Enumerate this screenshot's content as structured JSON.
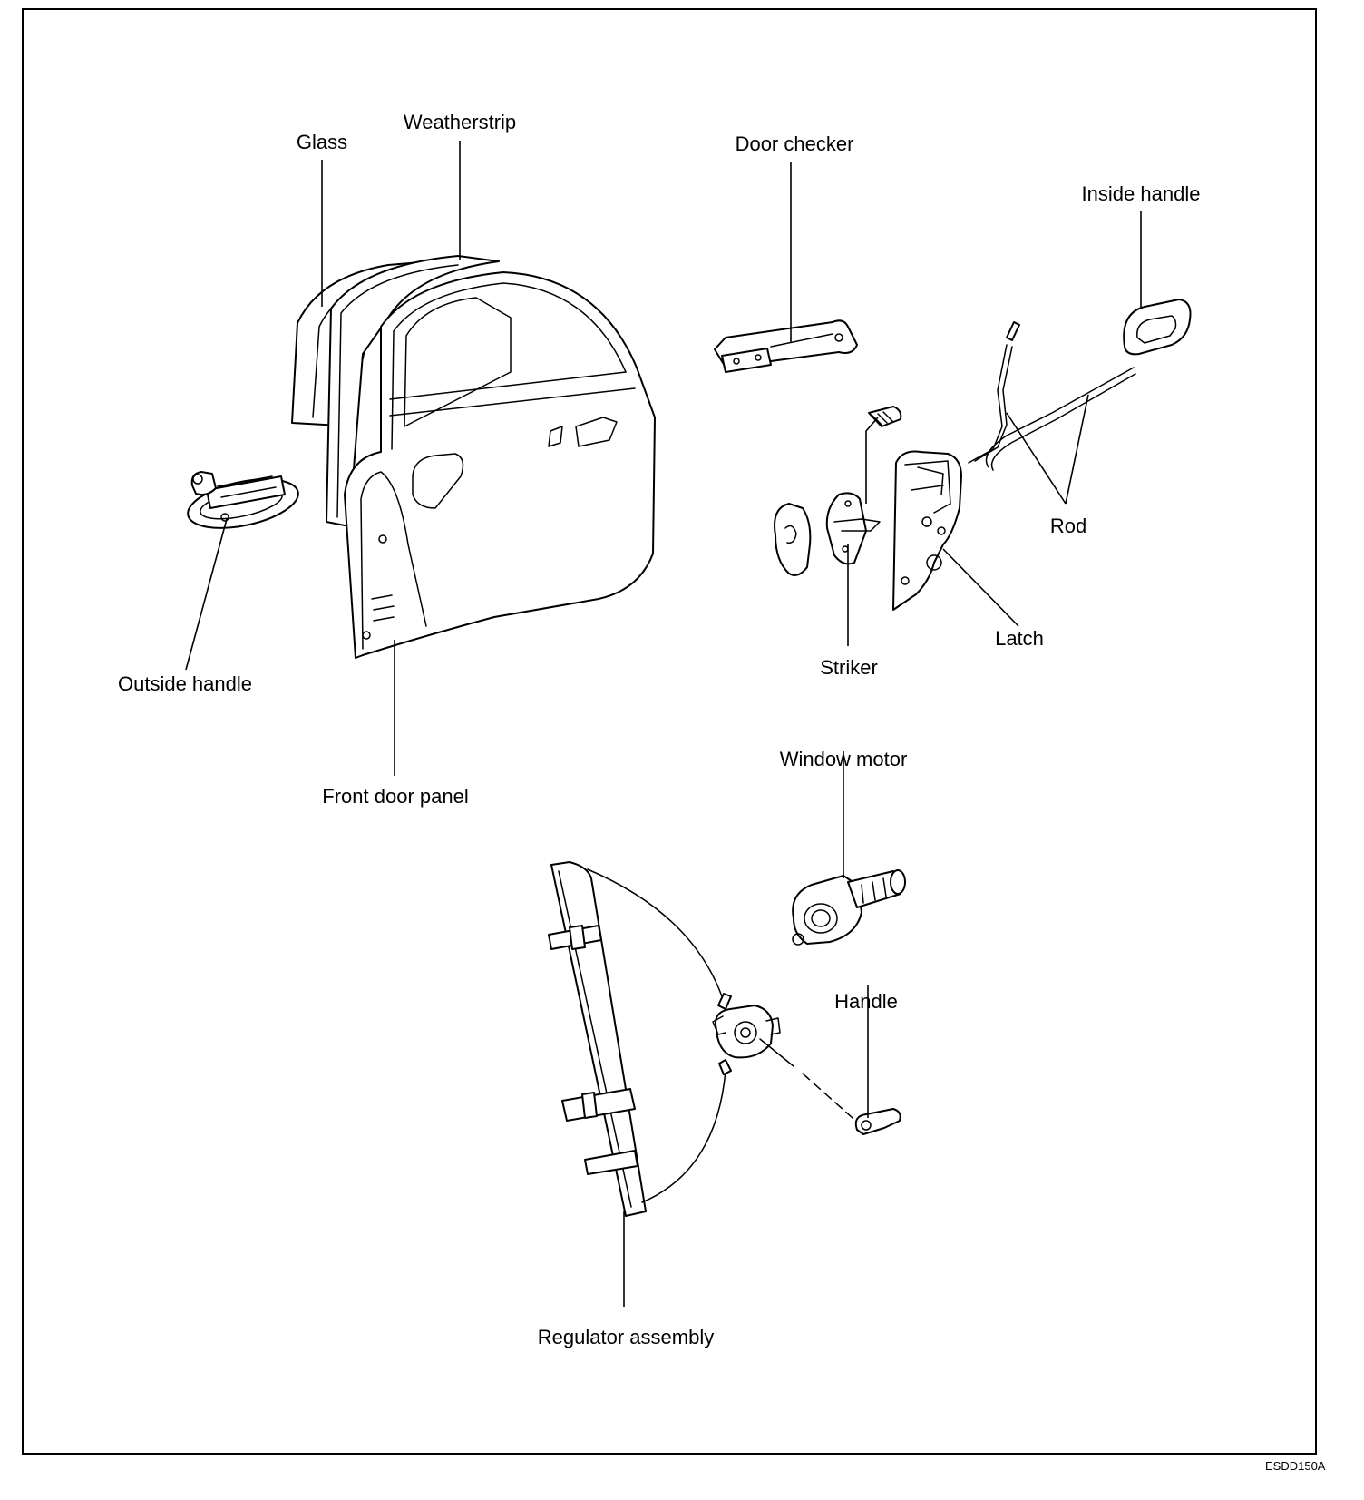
{
  "labels": {
    "glass": "Glass",
    "weatherstrip": "Weatherstrip",
    "door_checker": "Door checker",
    "inside_handle": "Inside handle",
    "rod": "Rod",
    "outside_handle": "Outside handle",
    "latch": "Latch",
    "striker": "Striker",
    "front_door_panel": "Front door panel",
    "window_motor": "Window motor",
    "handle": "Handle",
    "regulator_assembly": "Regulator assembly"
  },
  "figure_code": "ESDD150A"
}
